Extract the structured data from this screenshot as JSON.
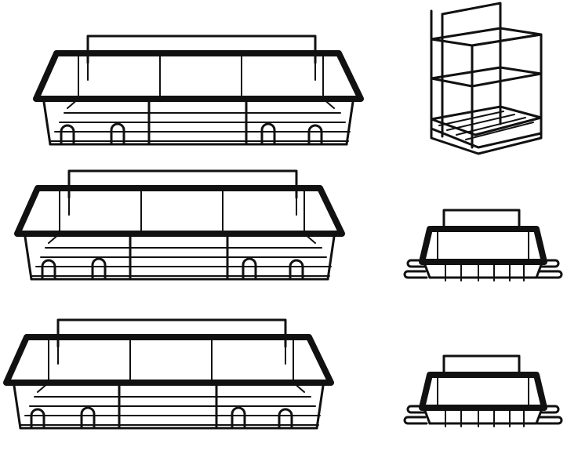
{
  "colors": {
    "background": "#ffffff",
    "metal": "#111111"
  },
  "items": [
    {
      "name": "large-shelf-basket",
      "count": 3
    },
    {
      "name": "upright-caddy-basket",
      "count": 1
    },
    {
      "name": "small-soap-basket-with-hooks",
      "count": 2
    }
  ]
}
